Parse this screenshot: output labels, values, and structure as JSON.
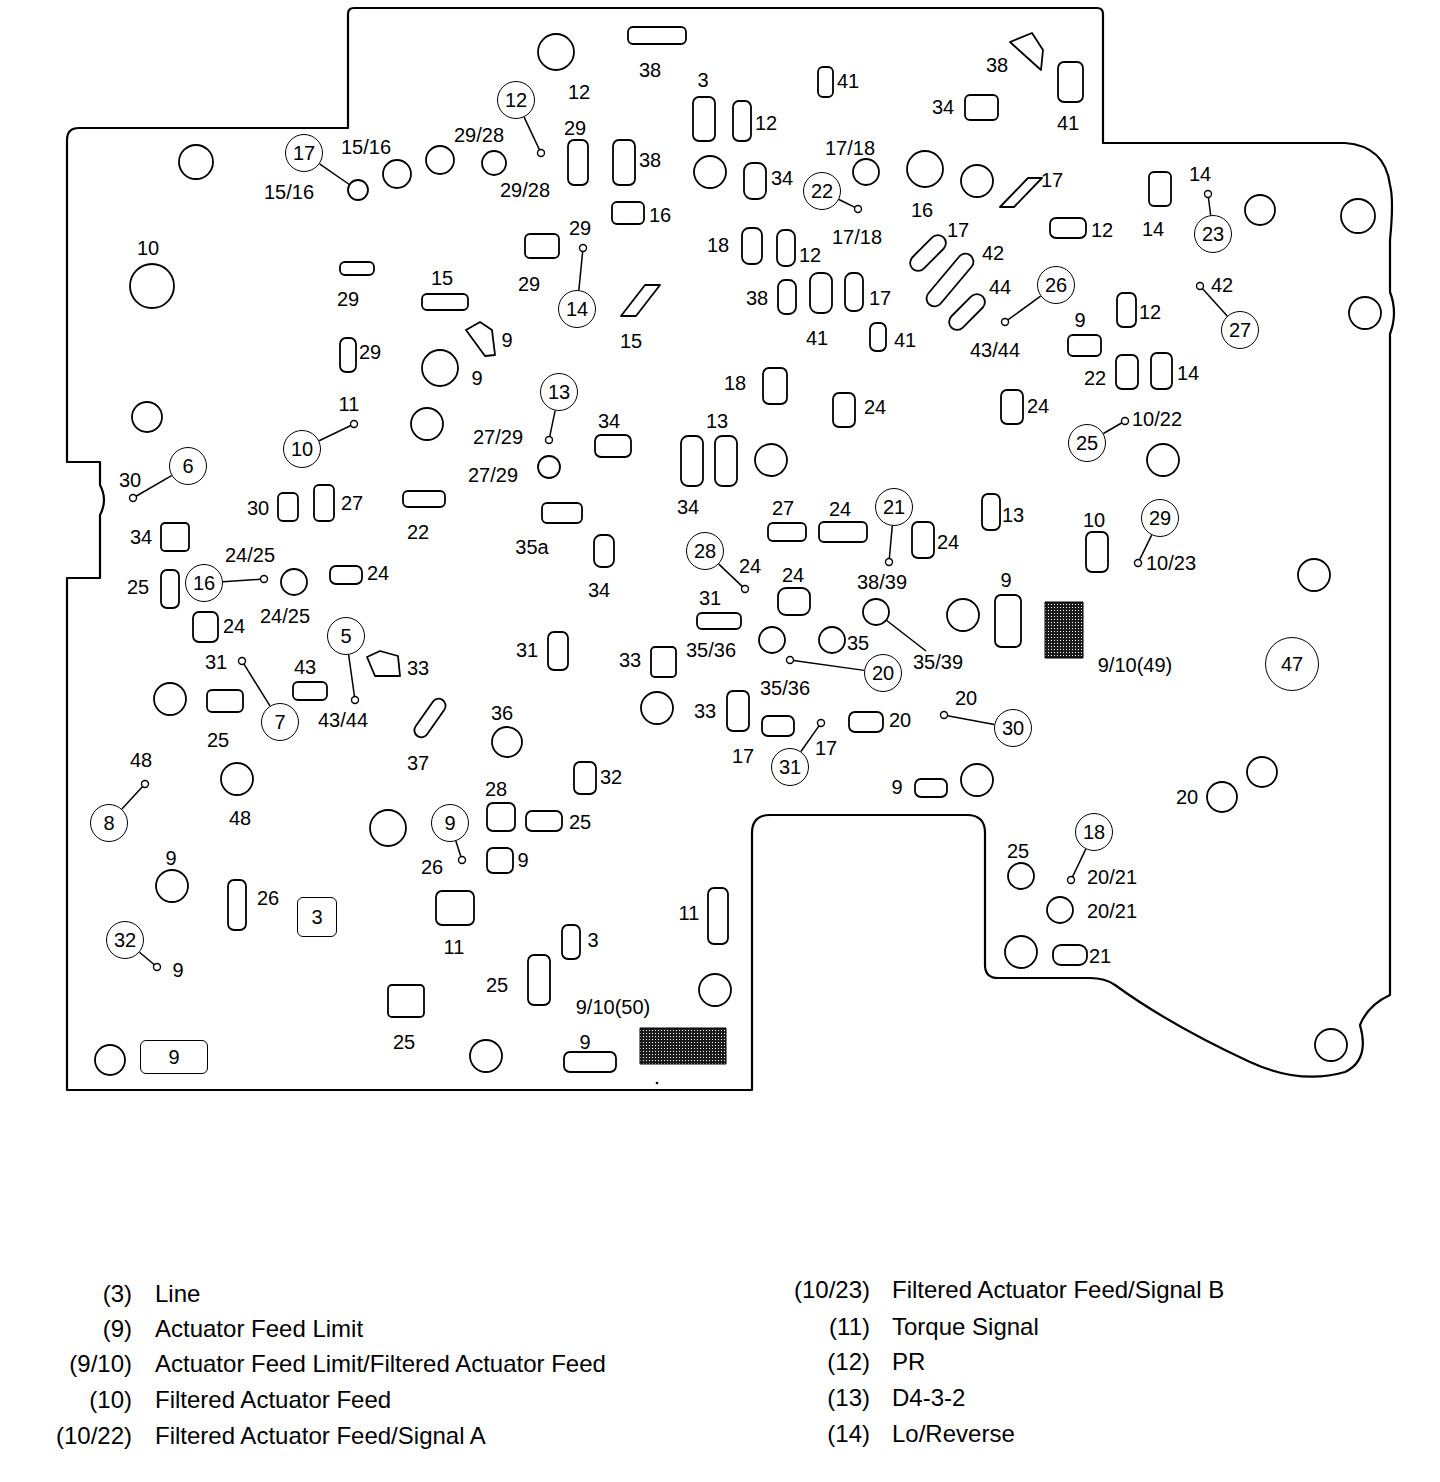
{
  "diagram": {
    "nodes": [
      {
        "text": [
          "12"
        ]
      },
      {
        "text": [
          "17"
        ]
      },
      {
        "text": [
          "22"
        ]
      },
      {
        "text": [
          "23"
        ]
      },
      {
        "text": [
          "26"
        ]
      },
      {
        "text": [
          "14"
        ]
      },
      {
        "text": [
          "27"
        ]
      },
      {
        "text": [
          "13"
        ]
      },
      {
        "text": [
          "25"
        ]
      },
      {
        "text": [
          "10"
        ]
      },
      {
        "text": [
          "6"
        ]
      },
      {
        "text": [
          "21"
        ]
      },
      {
        "text": [
          "29"
        ]
      },
      {
        "text": [
          "28"
        ]
      },
      {
        "text": [
          "16"
        ]
      },
      {
        "text": [
          "5"
        ]
      },
      {
        "text": [
          "47"
        ]
      },
      {
        "text": [
          "20"
        ]
      },
      {
        "text": [
          "7"
        ]
      },
      {
        "text": [
          "30"
        ]
      },
      {
        "text": [
          "31"
        ]
      },
      {
        "text": [
          "8"
        ]
      },
      {
        "text": [
          "9"
        ]
      },
      {
        "text": [
          "18"
        ]
      },
      {
        "text": [
          "3"
        ]
      },
      {
        "text": [
          "32"
        ]
      },
      {
        "text": [
          "9"
        ]
      }
    ],
    "labels": [
      "38",
      "3",
      "41",
      "38",
      "12",
      "34",
      "12",
      "41",
      "29",
      "29/28",
      "15/16",
      "17/18",
      "38",
      "34",
      "17",
      "14",
      "15/16",
      "29/28",
      "16",
      "16",
      "14",
      "17",
      "12",
      "29",
      "17/18",
      "10",
      "18",
      "12",
      "42",
      "15",
      "29",
      "42",
      "44",
      "38",
      "17",
      "29",
      "12",
      "9",
      "41",
      "9",
      "15",
      "41",
      "43/44",
      "29",
      "22",
      "14",
      "9",
      "18",
      "11",
      "24",
      "24",
      "10/22",
      "34",
      "13",
      "27/29",
      "27/29",
      "30",
      "27",
      "30",
      "34",
      "27",
      "24",
      "13",
      "10",
      "22",
      "34",
      "24",
      "35a",
      "24/25",
      "10/23",
      "24",
      "24",
      "24",
      "38/39",
      "9",
      "25",
      "34",
      "31",
      "24/25",
      "24",
      "35",
      "35/36",
      "31",
      "33",
      "31",
      "35/39",
      "9/10(49)",
      "43",
      "33",
      "35/36",
      "20",
      "33",
      "36",
      "20",
      "43/44",
      "25",
      "17",
      "17",
      "48",
      "37",
      "32",
      "9",
      "28",
      "20",
      "48",
      "25",
      "25",
      "9",
      "9",
      "26",
      "20/21",
      "26",
      "20/21",
      "11",
      "3",
      "11",
      "21",
      "9",
      "25",
      "9/10(50)",
      "25",
      "9",
      "(3)",
      "Line",
      "(9)",
      "Actuator Feed Limit",
      "(9/10)",
      "Actuator Feed Limit/Filtered Actuator Feed",
      "(10)",
      "Filtered Actuator Feed",
      "(10/22)",
      "Filtered Actuator Feed/Signal A",
      "(10/23)",
      "Filtered Actuator Feed/Signal B",
      "(11)",
      "Torque Signal",
      "(12)",
      "PR",
      "(13)",
      "D4-3-2",
      "(14)",
      "Lo/Reverse"
    ]
  }
}
